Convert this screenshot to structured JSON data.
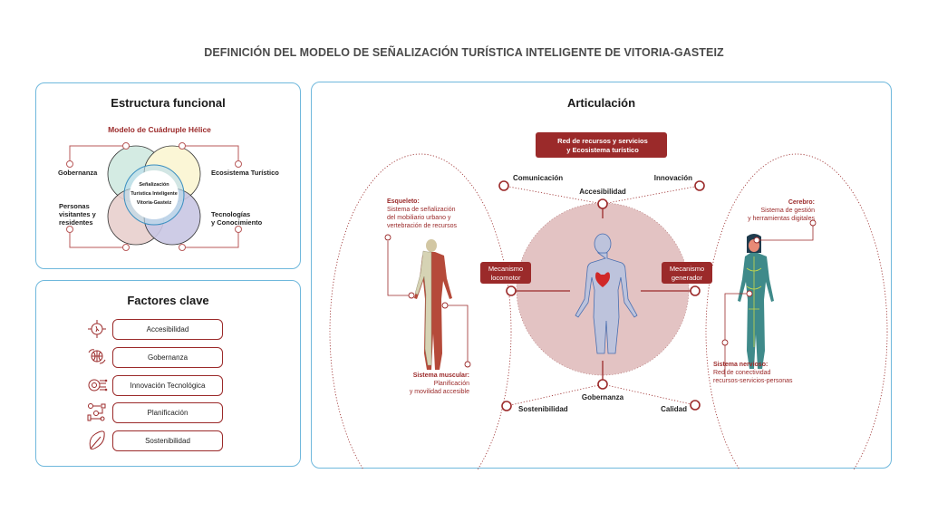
{
  "title": "DEFINICIÓN DEL MODELO DE SEÑALIZACIÓN TURÍSTICA INTELIGENTE DE VITORIA-GASTEIZ",
  "colors": {
    "accent": "#9b2a2a",
    "panel_border": "#6fb8dc",
    "circle_green": "#d4ebe3",
    "circle_yellow": "#fbf6d6",
    "circle_red": "#e8cfcd",
    "circle_purple": "#c9c6e3",
    "center_disc": "#e3c3c3"
  },
  "structure": {
    "title": "Estructura funcional",
    "subtitle": "Modelo de Cuádruple Hélice",
    "center_lines": [
      "Señalización",
      "Turística Inteligente",
      "Vitoria-Gasteiz"
    ],
    "quadrants": {
      "top_left": [
        "Gobernanza"
      ],
      "top_right": [
        "Ecosistema Turístico"
      ],
      "bottom_left": [
        "Personas",
        "visitantes y",
        "residentes"
      ],
      "bottom_right": [
        "Tecnologías",
        "y Conocimiento"
      ]
    }
  },
  "factors": {
    "title": "Factores clave",
    "items": [
      {
        "label": "Accesibilidad",
        "icon": "accessibility-compass-icon"
      },
      {
        "label": "Gobernanza",
        "icon": "globe-hands-icon"
      },
      {
        "label": "Innovación Tecnológica",
        "icon": "gear-circuit-icon"
      },
      {
        "label": "Planificación",
        "icon": "planning-flow-icon"
      },
      {
        "label": "Sostenibilidad",
        "icon": "leaf-icon"
      }
    ]
  },
  "articulation": {
    "title": "Articulación",
    "top_box": [
      "Red de recursos y servicios",
      "y Ecosistema turístico"
    ],
    "left_box": [
      "Mecanismo",
      "locomotor"
    ],
    "right_box": [
      "Mecanismo",
      "generador"
    ],
    "nodes": {
      "communication": "Comunicación",
      "innovation": "Innovación",
      "accessibility": "Accesibilidad",
      "governance": "Gobernanza",
      "sustainability": "Sostenibilidad",
      "quality": "Calidad"
    },
    "skeleton": {
      "heading": "Esqueleto:",
      "lines": [
        "Sistema de señalización",
        "del mobiliario urbano y",
        "vertebración de recursos"
      ]
    },
    "muscular": {
      "heading": "Sistema muscular:",
      "lines": [
        "Planificación",
        "y movilidad accesible"
      ]
    },
    "brain": {
      "heading": "Cerebro:",
      "lines": [
        "Sistema de gestión",
        "y herramientas digitales"
      ]
    },
    "nervous": {
      "heading": "Sistema nervioso:",
      "lines": [
        "Red de conectividad",
        "recursos-servicios-personas"
      ]
    }
  }
}
